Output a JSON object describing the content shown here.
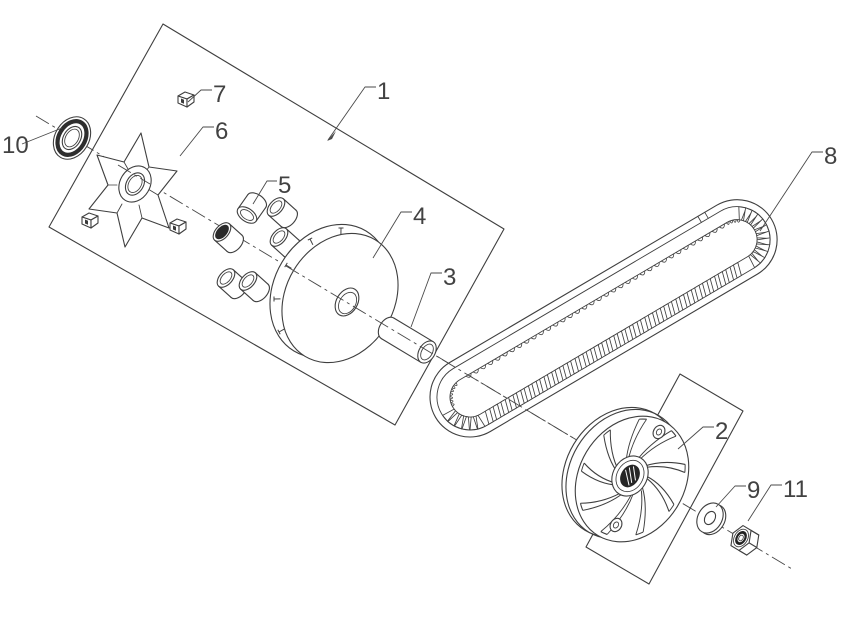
{
  "figure": {
    "type": "exploded-parts-diagram",
    "colors": {
      "background": "#ffffff",
      "line": "#3f3f3f",
      "label": "#424242"
    },
    "callouts": [
      {
        "num": "1",
        "part": "variator-assembly-group-outline"
      },
      {
        "num": "2",
        "part": "clutch-fan-pulley"
      },
      {
        "num": "3",
        "part": "spacer-bushing"
      },
      {
        "num": "4",
        "part": "drive-face-pulley"
      },
      {
        "num": "5",
        "part": "roller-weight"
      },
      {
        "num": "6",
        "part": "ramp-plate"
      },
      {
        "num": "7",
        "part": "slide-guide"
      },
      {
        "num": "8",
        "part": "drive-belt"
      },
      {
        "num": "9",
        "part": "washer"
      },
      {
        "num": "10",
        "part": "oil-seal-ring"
      },
      {
        "num": "11",
        "part": "flange-nut"
      }
    ]
  }
}
